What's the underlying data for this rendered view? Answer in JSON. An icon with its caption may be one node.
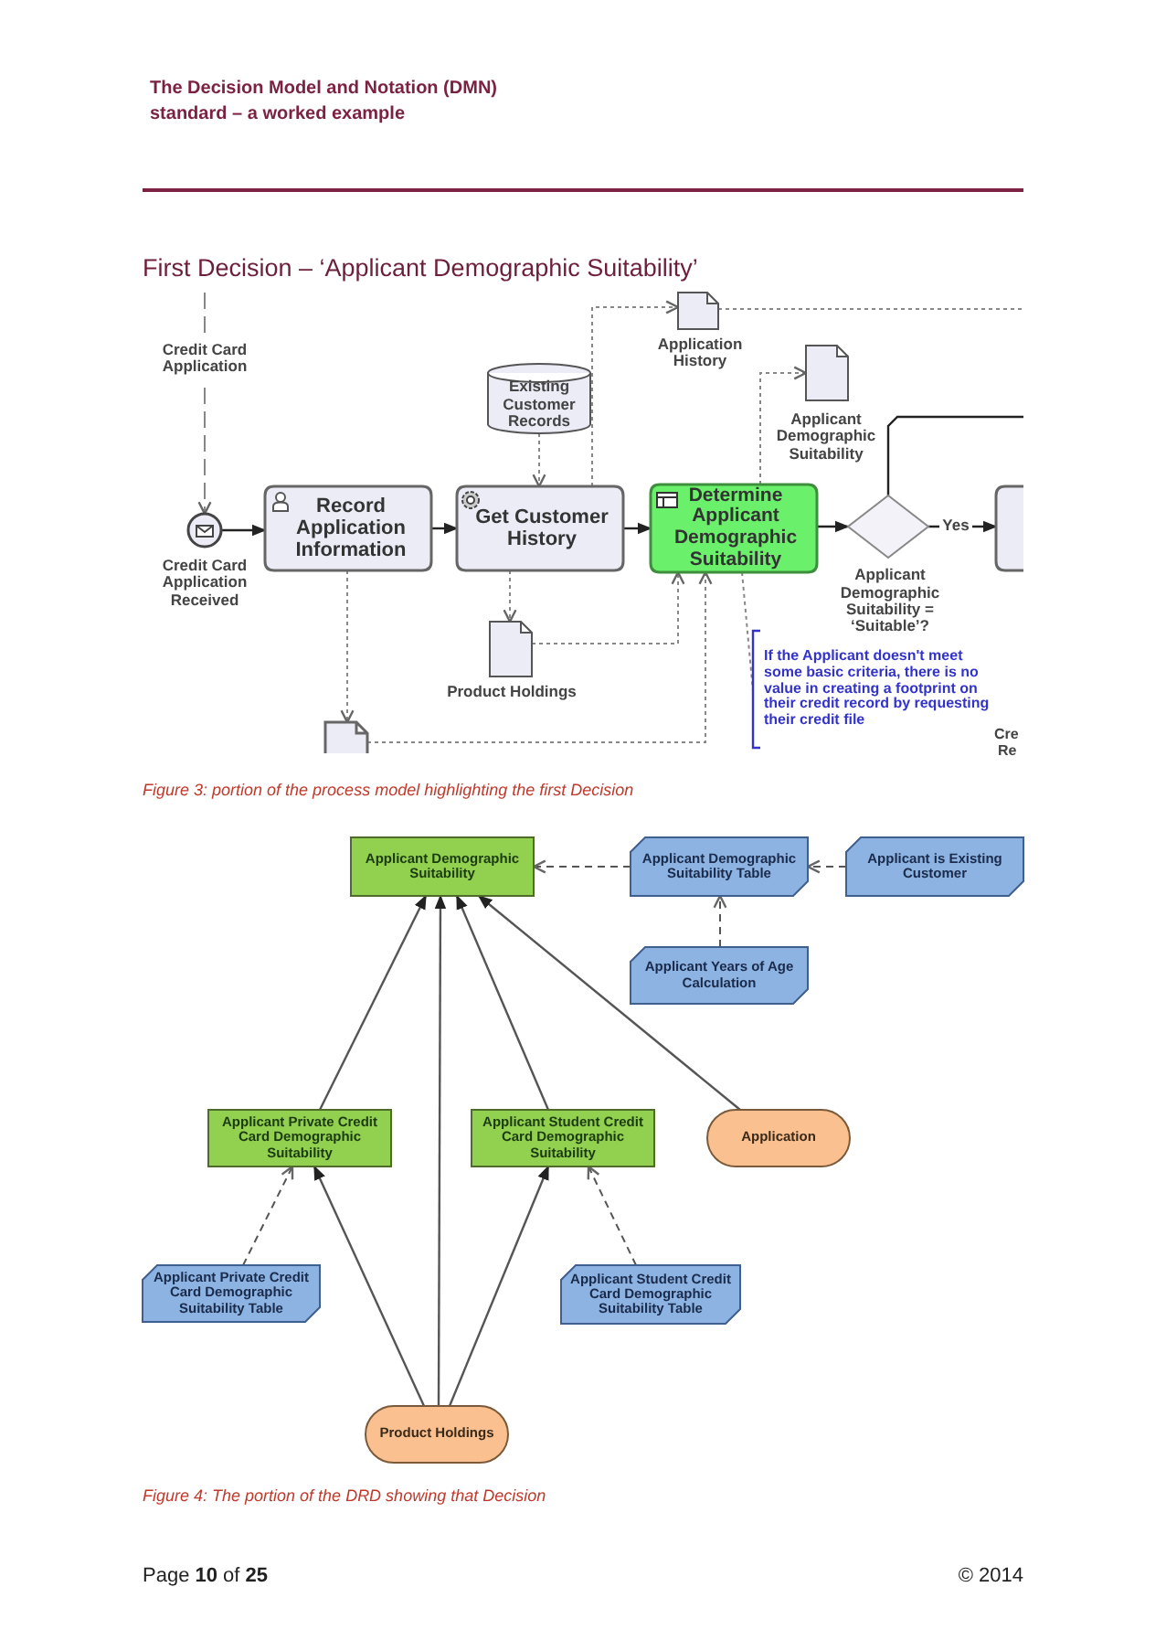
{
  "diagram": {
    "title": "First Decision – ‘Applicant Demographic Suitability’",
    "nodes": [
      {
        "text": [
          "Credit Card Application Received"
        ]
      },
      {
        "text": [
          "Record Application Information"
        ]
      },
      {
        "text": [
          "Get Customer History"
        ]
      },
      {
        "text": [
          "Determine Applicant Demographic Suitability"
        ]
      },
      {
        "text": [
          "Applicant Demographic Suitability = ‘Suitable’?"
        ]
      },
      {
        "text": [],
        "shape": "box"
      },
      {
        "text": [
          "Existing Customer Records"
        ]
      },
      {
        "text": [
          "Application History"
        ]
      },
      {
        "text": [
          "Applicant Demographic Suitability"
        ]
      },
      {
        "text": [
          "Product Holdings"
        ]
      },
      {
        "text": [],
        "shape": "document"
      },
      {
        "text": [
          "If the Applicant doesn't meet some basic criteria, there is no value in creating a footprint on their credit record by requesting their credit file"
        ]
      },
      {
        "text": [
          "Applicant Demographic Suitability"
        ]
      },
      {
        "text": [
          "Applicant Demographic Suitability Table"
        ]
      },
      {
        "text": [
          "Applicant is Existing Customer"
        ]
      },
      {
        "text": [
          "Applicant Years of Age Calculation"
        ]
      },
      {
        "text": [
          "Applicant Private Credit Card Demographic Suitability"
        ]
      },
      {
        "text": [
          "Applicant Student Credit Card Demographic Suitability"
        ]
      },
      {
        "text": [
          "Application"
        ]
      },
      {
        "text": [
          "Applicant Private Credit Card Demographic Suitability Table"
        ]
      },
      {
        "text": [
          "Applicant Student Credit Card Demographic Suitability Table"
        ]
      },
      {
        "text": [
          "Product Holdings"
        ]
      }
    ],
    "edges": [
      {
        "from": null,
        "to": 0,
        "arrow": "to",
        "style": "dashed",
        "label": "Credit Card Application"
      },
      {
        "from": 0,
        "to": 1,
        "arrow": "to"
      },
      {
        "from": 1,
        "to": 2,
        "arrow": "to"
      },
      {
        "from": 2,
        "to": 3,
        "arrow": "to"
      },
      {
        "from": 3,
        "to": 4,
        "arrow": "to"
      },
      {
        "from": 4,
        "to": 5,
        "arrow": "to",
        "label": "Yes"
      },
      {
        "from": 4,
        "to": null,
        "arrow": "none"
      },
      {
        "from": 6,
        "to": 2,
        "arrow": "to",
        "style": "dashed"
      },
      {
        "from": 2,
        "to": 7,
        "arrow": "to",
        "style": "dashed"
      },
      {
        "from": 7,
        "to": null,
        "arrow": "none",
        "style": "dashed"
      },
      {
        "from": 3,
        "to": 8,
        "arrow": "to",
        "style": "dashed"
      },
      {
        "from": 2,
        "to": 9,
        "arrow": "to",
        "style": "dashed"
      },
      {
        "from": 9,
        "to": 3,
        "arrow": "to",
        "style": "dashed"
      },
      {
        "from": 1,
        "to": 10,
        "arrow": "to",
        "style": "dashed"
      },
      {
        "from": 10,
        "to": 3,
        "arrow": "to",
        "style": "dashed"
      },
      {
        "from": 3,
        "to": 11,
        "arrow": "none",
        "style": "dashed"
      },
      {
        "from": 13,
        "to": 12,
        "arrow": "to",
        "style": "dashed"
      },
      {
        "from": 14,
        "to": 13,
        "arrow": "to",
        "style": "dashed"
      },
      {
        "from": 15,
        "to": 13,
        "arrow": "to",
        "style": "dashed"
      },
      {
        "from": 16,
        "to": 12,
        "arrow": "to"
      },
      {
        "from": 21,
        "to": 12,
        "arrow": "to"
      },
      {
        "from": 17,
        "to": 12,
        "arrow": "to"
      },
      {
        "from": 18,
        "to": 12,
        "arrow": "to"
      },
      {
        "from": 19,
        "to": 16,
        "arrow": "to",
        "style": "dashed"
      },
      {
        "from": 20,
        "to": 17,
        "arrow": "to",
        "style": "dashed"
      },
      {
        "from": 21,
        "to": 16,
        "arrow": "to"
      },
      {
        "from": 21,
        "to": 17,
        "arrow": "to"
      }
    ],
    "labels": [
      "The Decision Model and Notation (DMN) standard – a worked example",
      "Cre",
      "Re",
      "Figure 3: portion of the process model highlighting the first Decision",
      "Figure 4: The portion of the DRD showing that Decision",
      "Page **10** of **25**",
      "© 2014"
    ]
  }
}
